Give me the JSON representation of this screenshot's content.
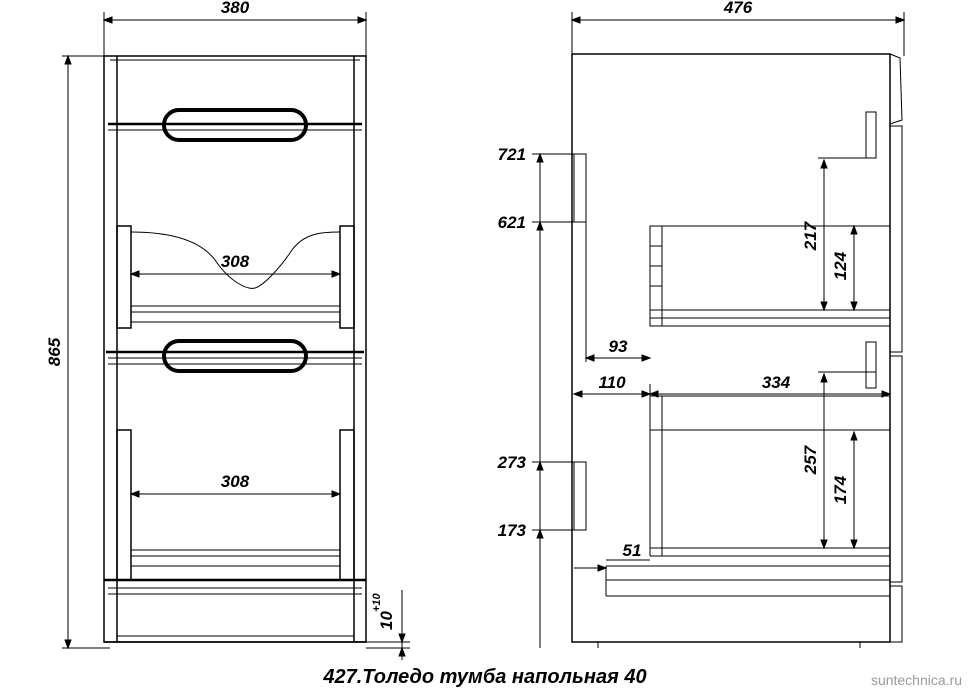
{
  "front_view": {
    "width_label": "380",
    "height_label": "865",
    "drawer_inner_top": "308",
    "drawer_inner_bottom": "308",
    "foot_label": "10",
    "foot_tolerance": "+10"
  },
  "side_view": {
    "depth_label": "476",
    "h721": "721",
    "h621": "621",
    "h273": "273",
    "h173": "173",
    "d93": "93",
    "d110": "110",
    "d334": "334",
    "d51": "51",
    "h217": "217",
    "h124": "124",
    "h257": "257",
    "h174": "174"
  },
  "caption": "427.Толедо тумба напольная 40",
  "watermark": "suntechnica.ru"
}
